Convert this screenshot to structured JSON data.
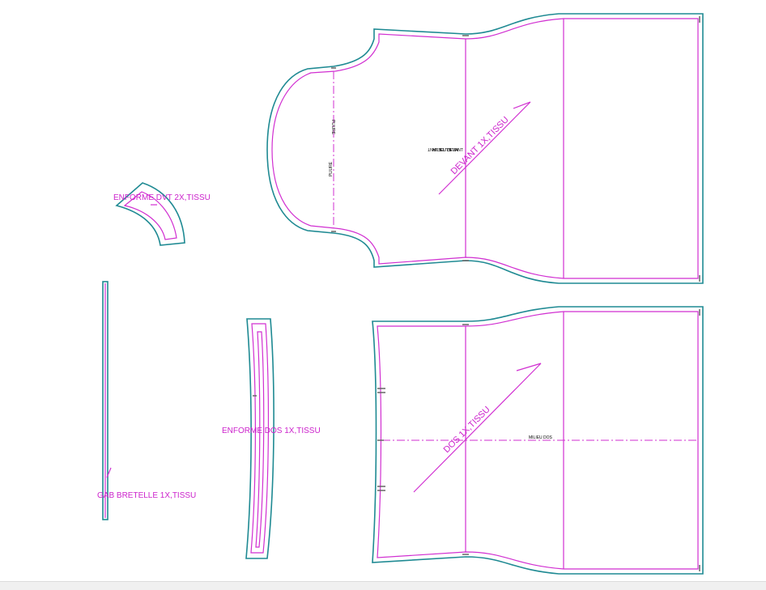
{
  "pieces": {
    "devant": {
      "label": "DEVANT 1X,TISSU",
      "center_text_1": "MILIEU DEVANT",
      "center_text_2": "MILIEU DEVANT",
      "pli_1": "PLIURE",
      "pli_2": "PLIURE"
    },
    "dos": {
      "label": "DOS 1X,TISSU",
      "center_text": "MILIEU DOS"
    },
    "enforme_dvt": {
      "label": "ENFORME DVT 2X,TISSU"
    },
    "enforme_dos": {
      "label": "ENFORME DOS 1X,TISSU"
    },
    "gab_bretelle": {
      "label": "GAB BRETELLE 1X,TISSU"
    }
  },
  "colors": {
    "outline": "#1f8a93",
    "seam": "#d12fd1",
    "label": "#cc22cc"
  }
}
